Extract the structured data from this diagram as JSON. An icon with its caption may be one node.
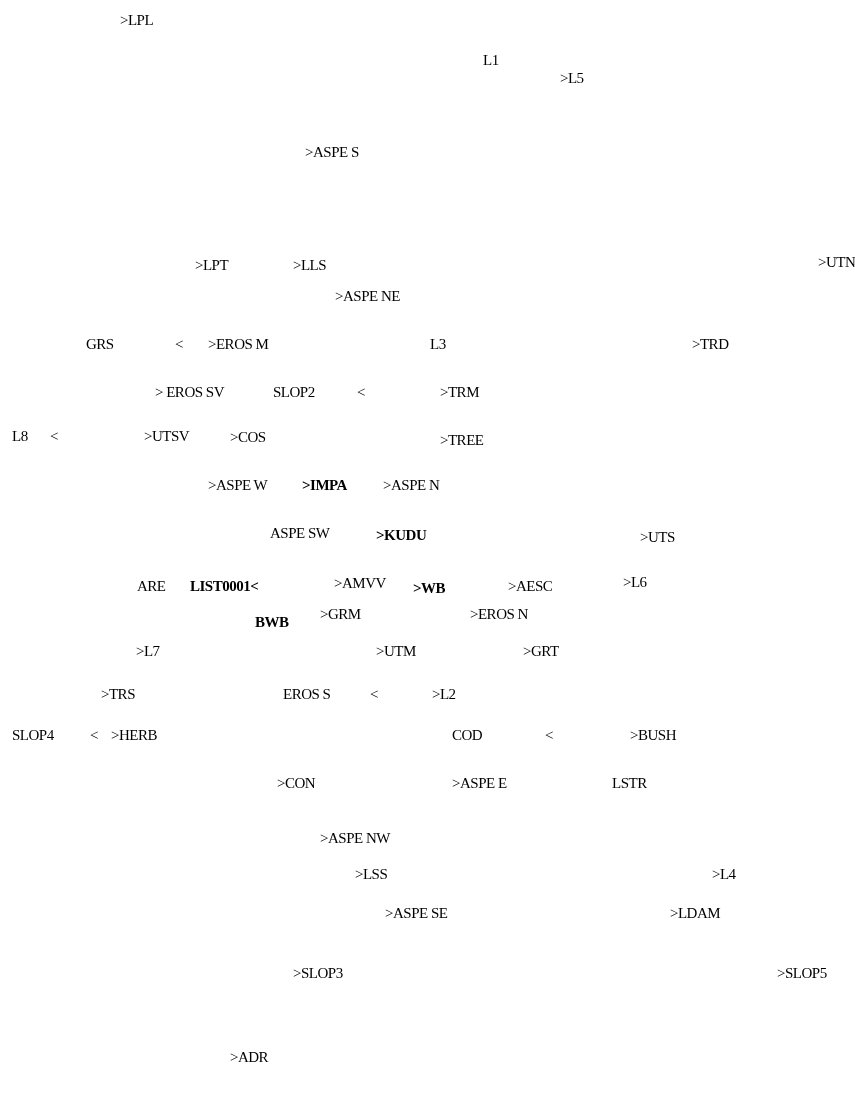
{
  "diagram": {
    "labels": [
      ">LPL",
      "L1",
      ">L5",
      ">ASPE S",
      ">LPT",
      ">LLS",
      ">UTN",
      ">ASPE NE",
      "GRS",
      "<",
      ">EROS M",
      "L3",
      ">TRD",
      "> EROS SV",
      "SLOP2",
      "<",
      ">TRM",
      "L8",
      "<",
      ">UTSV",
      ">COS",
      ">TREE",
      ">ASPE W",
      ">IMPA",
      ">ASPE N",
      "ASPE SW",
      ">KUDU",
      ">UTS",
      "ARE",
      "LIST0001<",
      ">AMVV",
      ">WB",
      ">AESC",
      ">L6",
      "BWB",
      ">GRM",
      ">EROS N",
      ">L7",
      ">UTM",
      ">GRT",
      ">TRS",
      "EROS S",
      "<",
      ">L2",
      "SLOP4",
      "<",
      ">HERB",
      "COD",
      "<",
      ">BUSH",
      ">CON",
      ">ASPE E",
      "LSTR",
      ">ASPE NW",
      ">LSS",
      ">L4",
      ">ASPE SE",
      ">LDAM",
      ">SLOP3",
      ">SLOP5",
      ">ADR"
    ]
  }
}
